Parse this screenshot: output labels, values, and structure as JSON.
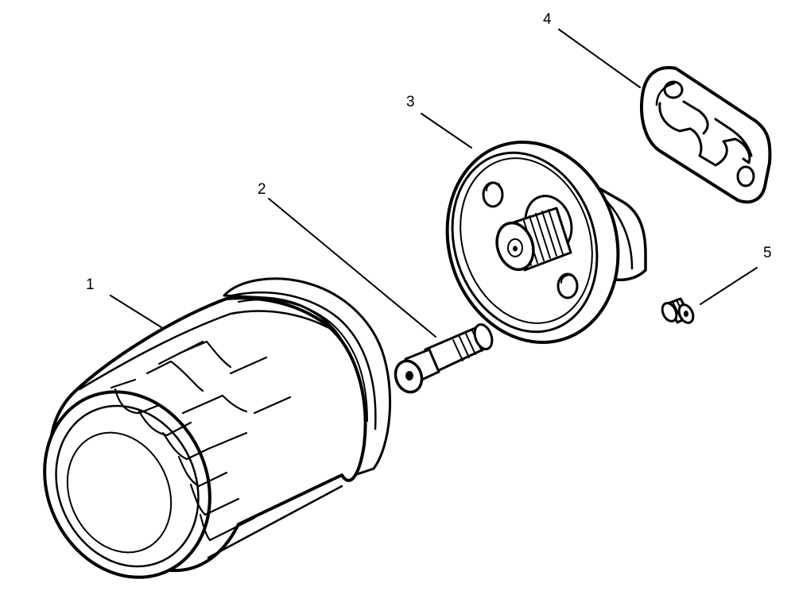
{
  "callouts": [
    {
      "id": "filter",
      "label": "1"
    },
    {
      "id": "bolt",
      "label": "2"
    },
    {
      "id": "adapter",
      "label": "3"
    },
    {
      "id": "gasket",
      "label": "4"
    },
    {
      "id": "plug",
      "label": "5"
    }
  ]
}
